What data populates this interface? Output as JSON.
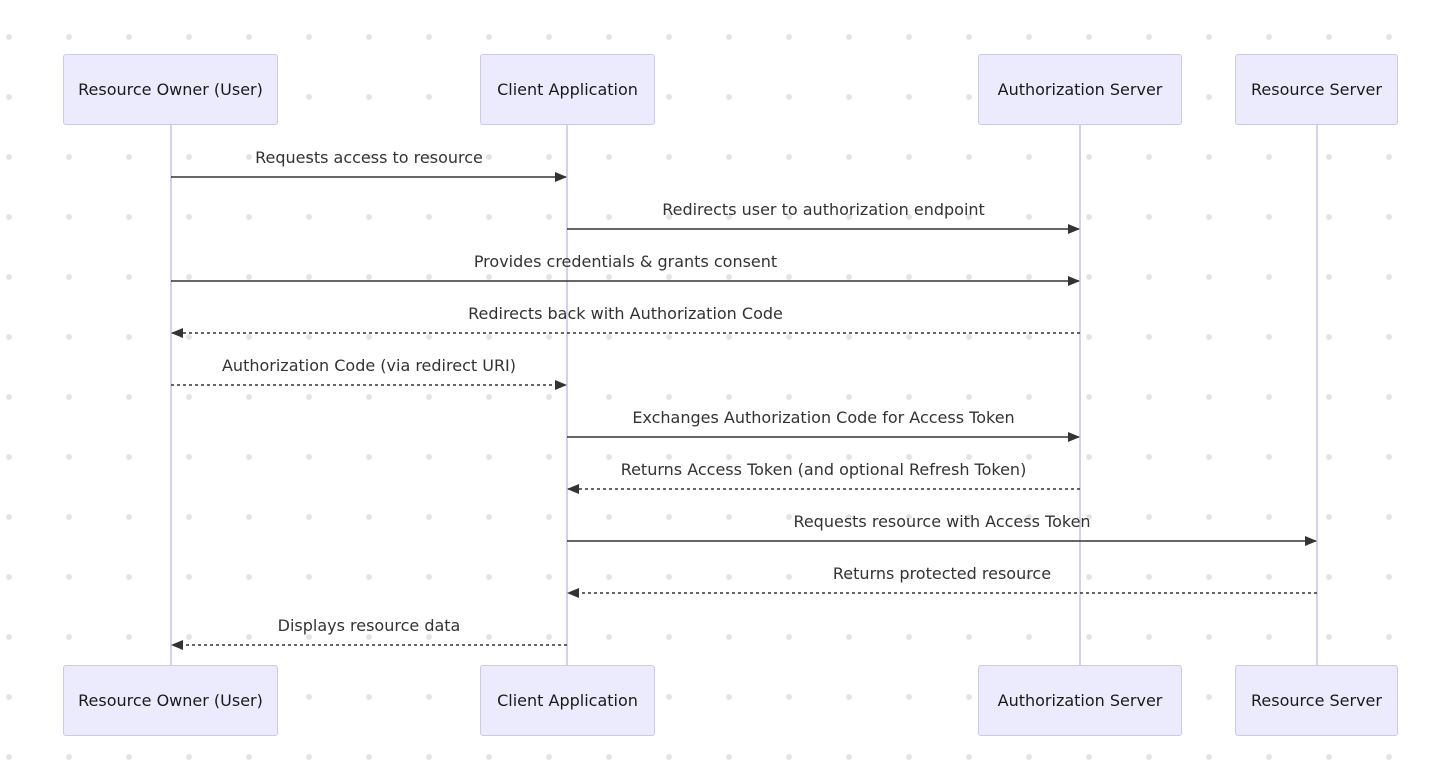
{
  "colors": {
    "background": "#ffffff",
    "grid_dot": "#e3e3e3",
    "actor_fill": "#ecebfe",
    "actor_border": "#cdc8ee",
    "lifeline": "#c6c0ea",
    "arrow": "#333333",
    "text": "#333333"
  },
  "participants": [
    {
      "id": "user",
      "label": "Resource Owner (User)"
    },
    {
      "id": "client",
      "label": "Client Application"
    },
    {
      "id": "auth",
      "label": "Authorization Server"
    },
    {
      "id": "resource",
      "label": "Resource Server"
    }
  ],
  "messages": [
    {
      "from": "user",
      "to": "client",
      "label": "Requests access to resource",
      "style": "solid"
    },
    {
      "from": "client",
      "to": "auth",
      "label": "Redirects user to authorization endpoint",
      "style": "solid"
    },
    {
      "from": "user",
      "to": "auth",
      "label": "Provides credentials & grants consent",
      "style": "solid"
    },
    {
      "from": "auth",
      "to": "user",
      "label": "Redirects back with Authorization Code",
      "style": "dashed"
    },
    {
      "from": "user",
      "to": "client",
      "label": "Authorization Code (via redirect URI)",
      "style": "dashed"
    },
    {
      "from": "client",
      "to": "auth",
      "label": "Exchanges Authorization Code for Access Token",
      "style": "solid"
    },
    {
      "from": "auth",
      "to": "client",
      "label": "Returns Access Token (and optional Refresh Token)",
      "style": "dashed"
    },
    {
      "from": "client",
      "to": "resource",
      "label": "Requests resource with Access Token",
      "style": "solid"
    },
    {
      "from": "resource",
      "to": "client",
      "label": "Returns protected resource",
      "style": "dashed"
    },
    {
      "from": "client",
      "to": "user",
      "label": "Displays resource data",
      "style": "dashed"
    }
  ]
}
